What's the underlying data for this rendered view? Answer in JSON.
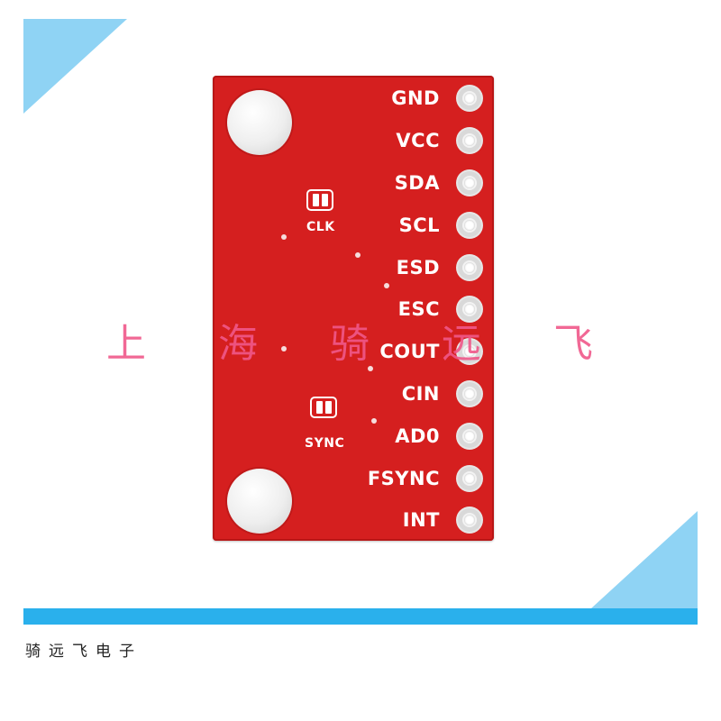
{
  "board": {
    "pins": [
      "GND",
      "VCC",
      "SDA",
      "SCL",
      "ESD",
      "ESC",
      "COUT",
      "CIN",
      "AD0",
      "FSYNC",
      "INT"
    ],
    "jumpers": [
      {
        "label": "CLK"
      },
      {
        "label": "SYNC"
      }
    ],
    "color": "#d51f1f"
  },
  "watermark": {
    "chars": [
      "上",
      "海",
      "骑",
      "远",
      "飞"
    ],
    "color": "#f0588a"
  },
  "footer": {
    "text": "骑远飞电子"
  },
  "accent_colors": {
    "triangle": "#8fd3f4",
    "bar": "#2ab0ec"
  }
}
